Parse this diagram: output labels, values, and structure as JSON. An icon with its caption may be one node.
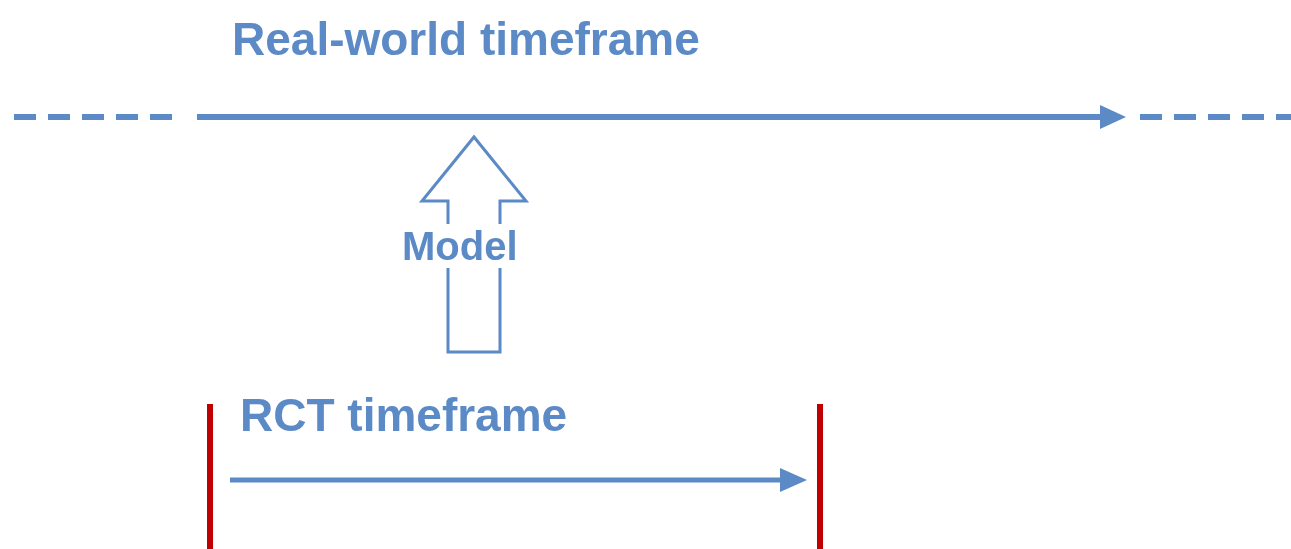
{
  "diagram": {
    "nodes": [
      {
        "text": [
          "Real-world timeframe"
        ]
      },
      {
        "text": [
          "RCT timeframe"
        ]
      }
    ],
    "edges": [
      {
        "from": 1,
        "to": 0,
        "arrow": "to",
        "label": "Model"
      }
    ]
  }
}
